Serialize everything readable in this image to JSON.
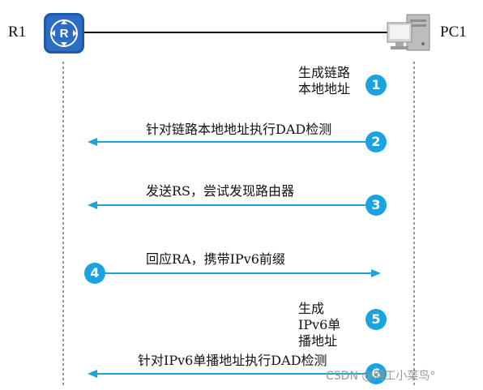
{
  "nodes": {
    "router": {
      "label": "R1"
    },
    "pc": {
      "label": "PC1"
    }
  },
  "steps": [
    {
      "number": "1",
      "lines": [
        "生成链路",
        "本地地址"
      ]
    },
    {
      "number": "2",
      "text": "针对链路本地地址执行DAD检测"
    },
    {
      "number": "3",
      "text": "发送RS，尝试发现路由器"
    },
    {
      "number": "4",
      "text": "回应RA，携带IPv6前缀"
    },
    {
      "number": "5",
      "lines": [
        "生成",
        "IPv6单",
        "播地址"
      ]
    },
    {
      "number": "6",
      "text": "针对IPv6单播地址执行DAD检测"
    }
  ],
  "watermark": "CSDN @网工小菜鸟°",
  "colors": {
    "accent": "#1aa3df",
    "router": "#1e5aa8"
  }
}
